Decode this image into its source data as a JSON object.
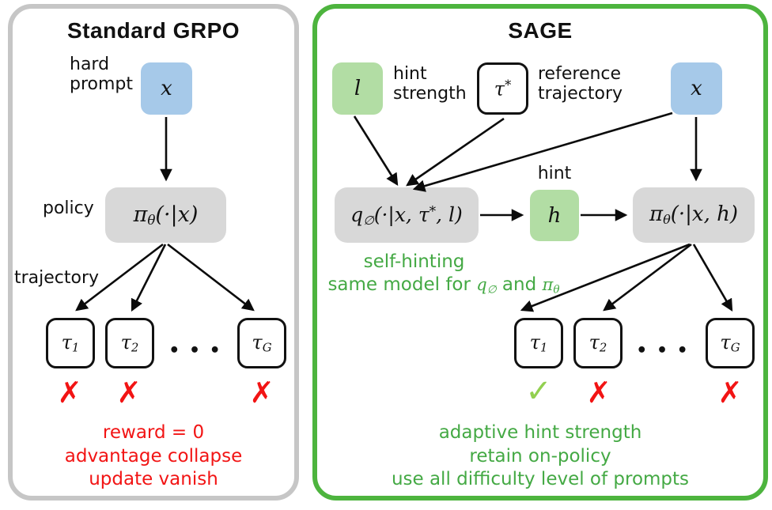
{
  "figure": {
    "grpo": {
      "title": "Standard GRPO",
      "hard_prompt_label": [
        "hard",
        "prompt"
      ],
      "x_node": "x",
      "policy_label": "policy",
      "policy_node": {
        "base": "π",
        "sub": "θ",
        "args": "(·|x)"
      },
      "trajectory_label": "trajectory",
      "traj_nodes": [
        {
          "base": "τ",
          "sub": "1"
        },
        {
          "base": "τ",
          "sub": "2"
        },
        {
          "base": "τ",
          "sub": "G"
        }
      ],
      "dots": "• • •",
      "marks": {
        "cross": "✗"
      },
      "captions": [
        "reward = 0",
        "advantage collapse",
        "update vanish"
      ]
    },
    "sage": {
      "title": "SAGE",
      "l_node": "l",
      "hint_strength_label": [
        "hint",
        "strength"
      ],
      "tau_star_node": {
        "base": "τ",
        "sup": "*"
      },
      "reference_label": [
        "reference",
        "trajectory"
      ],
      "x_node": "x",
      "q_node": {
        "base": "q",
        "sub": "∅",
        "args_pre": "(·|x, τ",
        "sup": "*",
        "args_post": ", l)"
      },
      "hint_label": "hint",
      "h_node": "h",
      "pi_node": {
        "base": "π",
        "sub": "θ",
        "args": "(·|x, h)"
      },
      "self_hinting": {
        "line1": "self-hinting",
        "line2_pre": "same model for ",
        "q": {
          "base": "q",
          "sub": "∅"
        },
        "mid": " and ",
        "pi": {
          "base": "π",
          "sub": "θ"
        }
      },
      "traj_nodes": [
        {
          "base": "τ",
          "sub": "1"
        },
        {
          "base": "τ",
          "sub": "2"
        },
        {
          "base": "τ",
          "sub": "G"
        }
      ],
      "dots": "• • •",
      "marks": {
        "check": "✓",
        "cross": "✗"
      },
      "captions": [
        "adaptive hint strength",
        "retain on-policy",
        "use all difficulty level of prompts"
      ]
    },
    "colors": {
      "left_border": "#c6c6c6",
      "right_border": "#4db43e",
      "blue_node": "#a6c9e9",
      "green_node": "#b2dda4",
      "gray_node": "#d8d8d8",
      "red": "#f21414",
      "green_text": "#44a944",
      "check_green": "#92d050"
    }
  }
}
